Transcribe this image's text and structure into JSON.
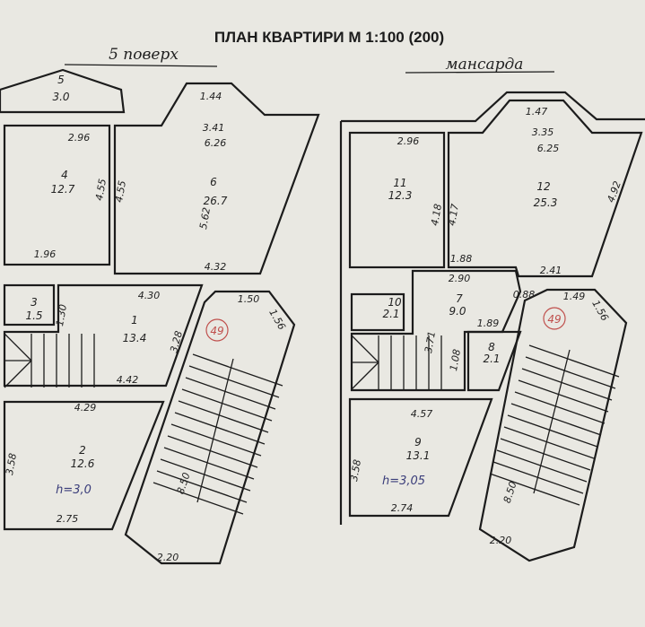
{
  "title": "ПЛАН КВАРТИРИ М 1:100 (200)",
  "floor5": {
    "label": "5 поверх",
    "rooms": [
      {
        "num": "5",
        "area": "3.0"
      },
      {
        "num": "4",
        "area": "12.7"
      },
      {
        "num": "6",
        "area": "26.7"
      },
      {
        "num": "3",
        "area": "1.5"
      },
      {
        "num": "1",
        "area": "13.4"
      },
      {
        "num": "2",
        "area": "12.6"
      }
    ],
    "dims": [
      "1.44",
      "3.41",
      "6.26",
      "2.96",
      "4.55",
      "4.55",
      "5.62",
      "1.96",
      "4.32",
      "4.30",
      "1.30",
      "3.28",
      "4.42",
      "4.29",
      "3.58",
      "2.75",
      "1.50",
      "1.56",
      "8.50",
      "2.20"
    ],
    "height": "h=3,0",
    "stair_mark": "49"
  },
  "attic": {
    "label": "мансарда",
    "rooms": [
      {
        "num": "11",
        "area": "12.3"
      },
      {
        "num": "12",
        "area": "25.3"
      },
      {
        "num": "7",
        "area": "9.0"
      },
      {
        "num": "10",
        "area": "2.1"
      },
      {
        "num": "8",
        "area": "2.1"
      },
      {
        "num": "9",
        "area": "13.1"
      }
    ],
    "dims": [
      "1.47",
      "3.35",
      "6.25",
      "2.96",
      "4.18",
      "4.17",
      "4.92",
      "1.88",
      "2.90",
      "2.41",
      "0.88",
      "1.49",
      "1.56",
      "1.89",
      "3.71",
      "1.08",
      "4.57",
      "3.58",
      "2.74",
      "8.50",
      "2.20"
    ],
    "height": "h=3,05",
    "stair_mark": "49"
  }
}
